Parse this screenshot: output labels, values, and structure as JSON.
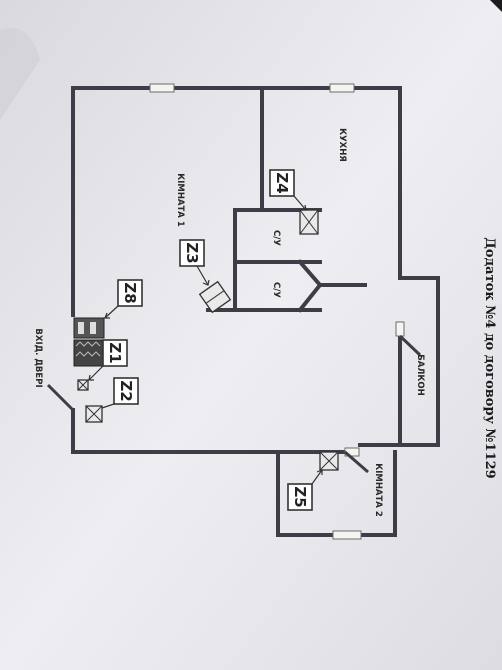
{
  "header": "Додаток №4 до договору №1129",
  "rooms": {
    "kitchen": "КУХНЯ",
    "room1": "КІМНАТА 1",
    "room2": "КІМНАТА 2",
    "balcony": "БАЛКОН",
    "bath1": "С/У",
    "bath2": "С/У",
    "entrance": "ВХІД. ДВЕРІ"
  },
  "zones": {
    "z1": "Z1",
    "z2": "Z2",
    "z3": "Z3",
    "z4": "Z4",
    "z5": "Z5",
    "z8": "Z8"
  },
  "colors": {
    "paper": "#ececf0",
    "wall": "#3e3c46",
    "background": "#1c1b1d"
  }
}
